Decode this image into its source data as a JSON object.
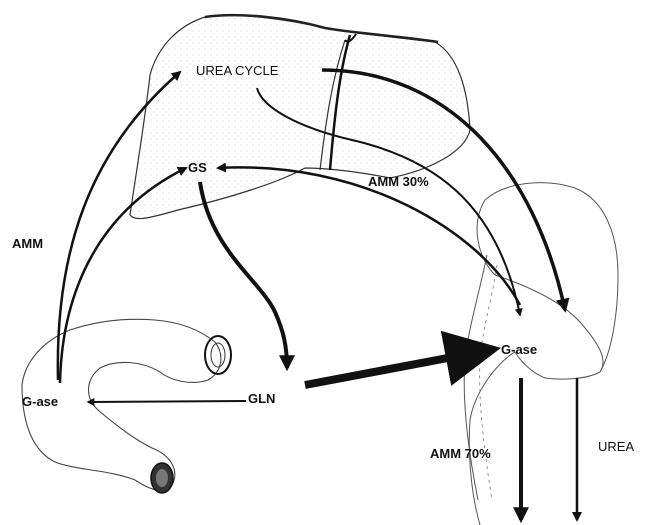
{
  "labels": {
    "urea_cycle": "UREA CYCLE",
    "gs": "GS",
    "amm_30": "AMM 30%",
    "amm": "AMM",
    "g_ase_left": "G-ase",
    "gln": "GLN",
    "g_ase_right": "G-ase",
    "amm_70": "AMM 70%",
    "urea": "UREA"
  },
  "colors": {
    "ink": "#111111",
    "paper": "#ffffff"
  }
}
